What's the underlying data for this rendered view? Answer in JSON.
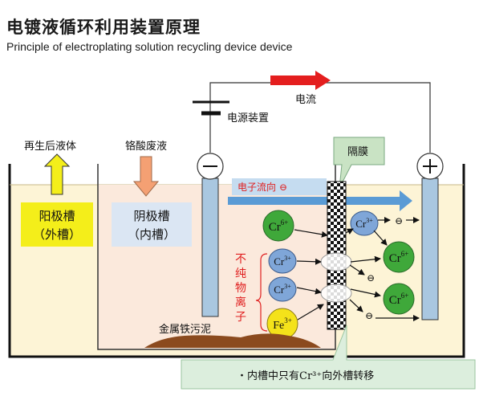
{
  "header": {
    "title": "电镀液循环利用装置原理",
    "subtitle": "Principle of electroplating solution recycling device device"
  },
  "labels": {
    "current": "电流",
    "power_supply": "电源装置",
    "regenerated_liquid": "再生后液体",
    "chromic_waste": "铬酸废液",
    "membrane": "隔膜",
    "electron_flow": "电子流向 ⊖",
    "anode_tank_line1": "阳极槽",
    "anode_tank_line2": "（外槽）",
    "cathode_tank_line1": "阴极槽",
    "cathode_tank_line2": "（内槽）",
    "impure_ions": [
      "不",
      "纯",
      "物",
      "离",
      "子"
    ],
    "sludge": "金属铁污泥",
    "note": "・内槽中只有Cr³⁺向外槽转移"
  },
  "ions": {
    "cr6": "Cr6+",
    "cr3": "Cr3+",
    "fe3": "Fe3+",
    "electron": "⊖"
  },
  "colors": {
    "liquid": "#fdf4d6",
    "inner_tank": "#fbe9dc",
    "electrode": "#a9c7e0",
    "cr6_fill": "#3fa83a",
    "cr3_fill": "#7fa6d8",
    "fe3_fill": "#f4e21a",
    "current_arrow": "#e41e1e",
    "electron_arrow": "#5a9bd5",
    "up_arrow": "#f4ee1a",
    "down_arrow": "#f4a073",
    "callout": "#c9e3c4",
    "note_box": "#dceedd",
    "sludge": "#8b4a1e",
    "impure_text": "#e02020"
  }
}
